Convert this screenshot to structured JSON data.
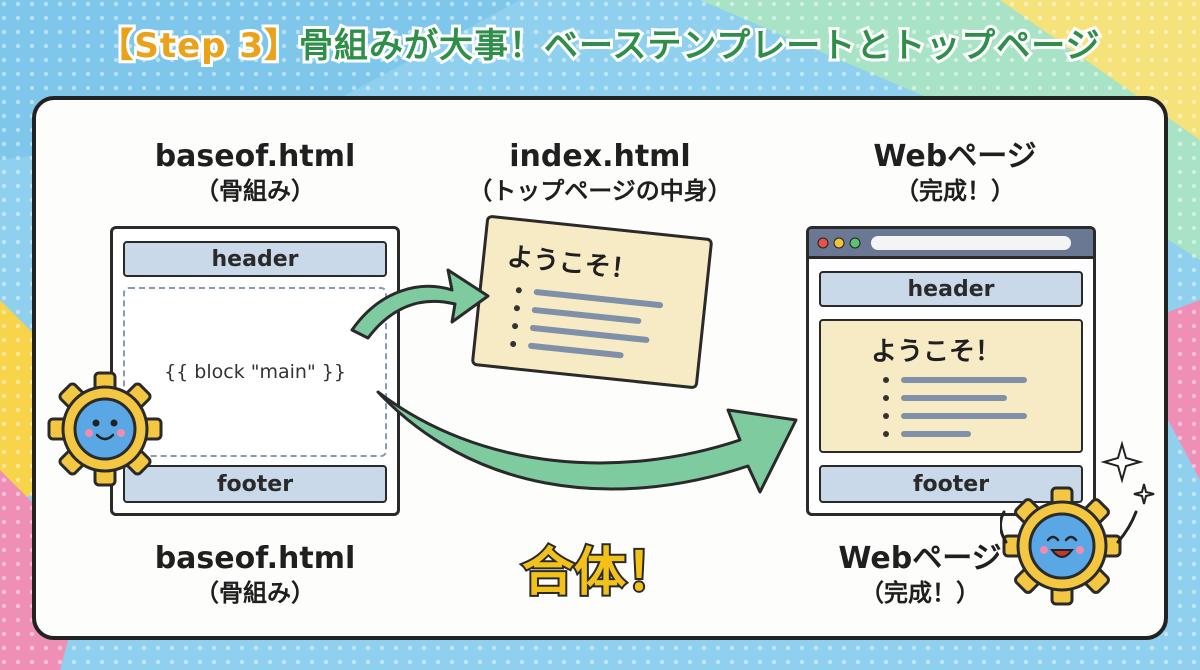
{
  "title": {
    "step": "【Step 3】",
    "text": "骨組みが大事！ベーステンプレートとトップページ"
  },
  "left": {
    "heading": "baseof.html",
    "heading_sub": "（骨組み）",
    "header_label": "header",
    "block_label": "{{ block \"main\" }}",
    "footer_label": "footer",
    "caption": "baseof.html",
    "caption_sub": "（骨組み）"
  },
  "middle": {
    "heading": "index.html",
    "heading_sub": "（トップページの中身）",
    "card_title": "ようこそ！",
    "combine": "合体！"
  },
  "right": {
    "heading": "Webページ",
    "heading_sub": "（完成！）",
    "header_label": "header",
    "content_title": "ようこそ！",
    "footer_label": "footer",
    "caption": "Webページ",
    "caption_sub": "（完成！）"
  },
  "colors": {
    "title_green": "#2f8f4a",
    "title_step": "#e9a21a",
    "arrow": "#7ecba0",
    "gear": "#f3c742",
    "face": "#5aa7e6",
    "bar": "#c9d9ea",
    "content": "#f6ebc4"
  },
  "icons": [
    "gear-mascot-icon",
    "gear-mascot-icon",
    "sparkle-icon",
    "arrow-icon"
  ]
}
